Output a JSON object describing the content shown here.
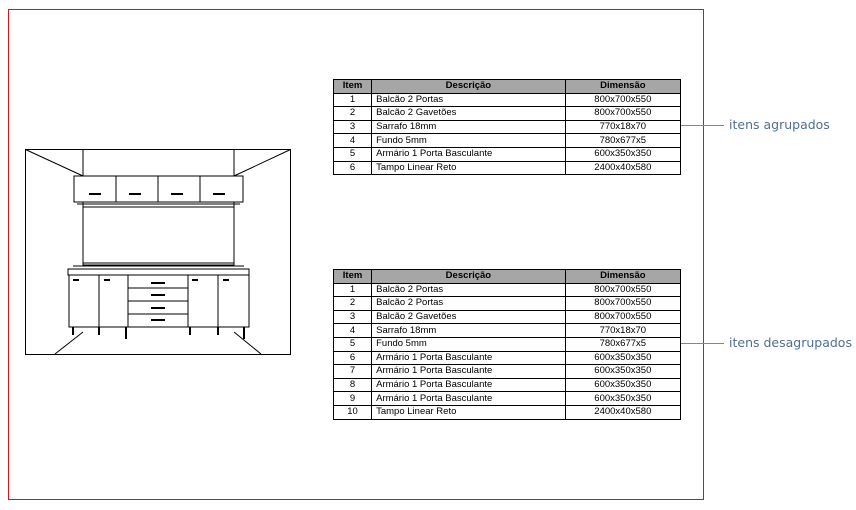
{
  "columns": {
    "item": "Item",
    "description": "Descrição",
    "dimension": "Dimensão"
  },
  "grouped": {
    "label": "itens agrupados",
    "rows": [
      {
        "item": "1",
        "description": "Balcão 2 Portas",
        "dimension": "800x700x550"
      },
      {
        "item": "2",
        "description": "Balcão 2 Gavetões",
        "dimension": "800x700x550"
      },
      {
        "item": "3",
        "description": "Sarrafo 18mm",
        "dimension": "770x18x70"
      },
      {
        "item": "4",
        "description": "Fundo 5mm",
        "dimension": "780x677x5"
      },
      {
        "item": "5",
        "description": "Armário 1 Porta Basculante",
        "dimension": "600x350x350"
      },
      {
        "item": "6",
        "description": "Tampo Linear Reto",
        "dimension": "2400x40x580"
      }
    ]
  },
  "ungrouped": {
    "label": "itens desagrupados",
    "rows": [
      {
        "item": "1",
        "description": "Balcão 2 Portas",
        "dimension": "800x700x550"
      },
      {
        "item": "2",
        "description": "Balcão 2 Portas",
        "dimension": "800x700x550"
      },
      {
        "item": "3",
        "description": "Balcão 2 Gavetões",
        "dimension": "800x700x550"
      },
      {
        "item": "4",
        "description": "Sarrafo 18mm",
        "dimension": "770x18x70"
      },
      {
        "item": "5",
        "description": "Fundo 5mm",
        "dimension": "780x677x5"
      },
      {
        "item": "6",
        "description": "Armário 1 Porta Basculante",
        "dimension": "600x350x350"
      },
      {
        "item": "7",
        "description": "Armário 1 Porta Basculante",
        "dimension": "600x350x350"
      },
      {
        "item": "8",
        "description": "Armário 1 Porta Basculante",
        "dimension": "600x350x350"
      },
      {
        "item": "9",
        "description": "Armário 1 Porta Basculante",
        "dimension": "600x350x350"
      },
      {
        "item": "10",
        "description": "Tampo Linear Reto",
        "dimension": "2400x40x580"
      }
    ]
  },
  "colors": {
    "frame": "#d8141c",
    "header_fill": "#a6a6a6",
    "callout": "#4f6f93"
  }
}
